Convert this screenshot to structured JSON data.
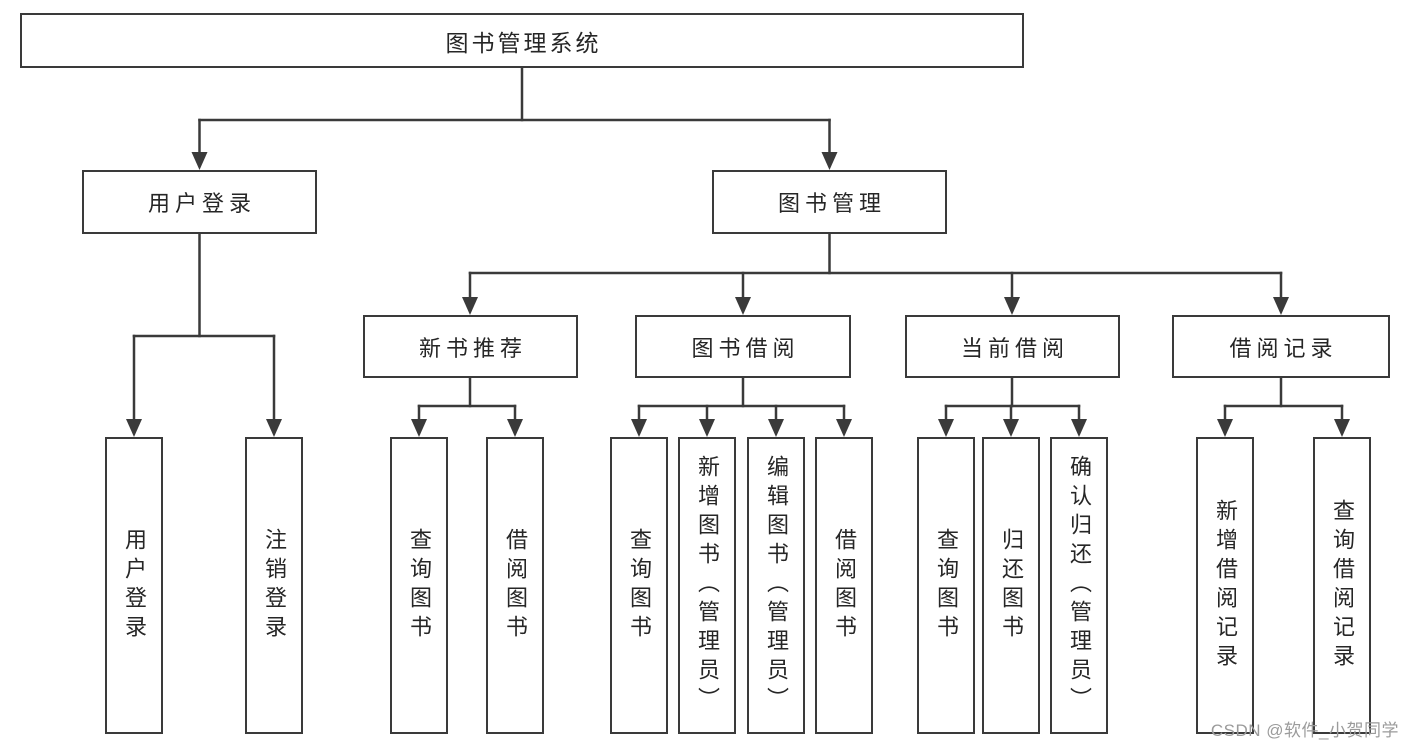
{
  "colors": {
    "line": "#3a3a3a",
    "text": "#262626",
    "watermark": "#9b9b9b",
    "background": "#ffffff"
  },
  "watermark": {
    "text": "CSDN @软件_小贺同学"
  },
  "tree": {
    "root": "图书管理系统",
    "level2": [
      "用户登录",
      "图书管理"
    ],
    "level3": [
      "新书推荐",
      "图书借阅",
      "当前借阅",
      "借阅记录"
    ],
    "leaves": [
      "用户登录",
      "注销登录",
      "查询图书",
      "借阅图书",
      "查询图书",
      "新增图书（管理员）",
      "编辑图书（管理员）",
      "借阅图书",
      "查询图书",
      "归还图书",
      "确认归还（管理员）",
      "新增借阅记录",
      "查询借阅记录"
    ]
  },
  "hierarchy": {
    "图书管理系统": [
      "用户登录",
      "图书管理"
    ],
    "用户登录": [
      "用户登录",
      "注销登录"
    ],
    "图书管理": [
      "新书推荐",
      "图书借阅",
      "当前借阅",
      "借阅记录"
    ],
    "新书推荐": [
      "查询图书",
      "借阅图书"
    ],
    "图书借阅": [
      "查询图书",
      "新增图书（管理员）",
      "编辑图书（管理员）",
      "借阅图书"
    ],
    "当前借阅": [
      "查询图书",
      "归还图书",
      "确认归还（管理员）"
    ],
    "借阅记录": [
      "新增借阅记录",
      "查询借阅记录"
    ]
  }
}
